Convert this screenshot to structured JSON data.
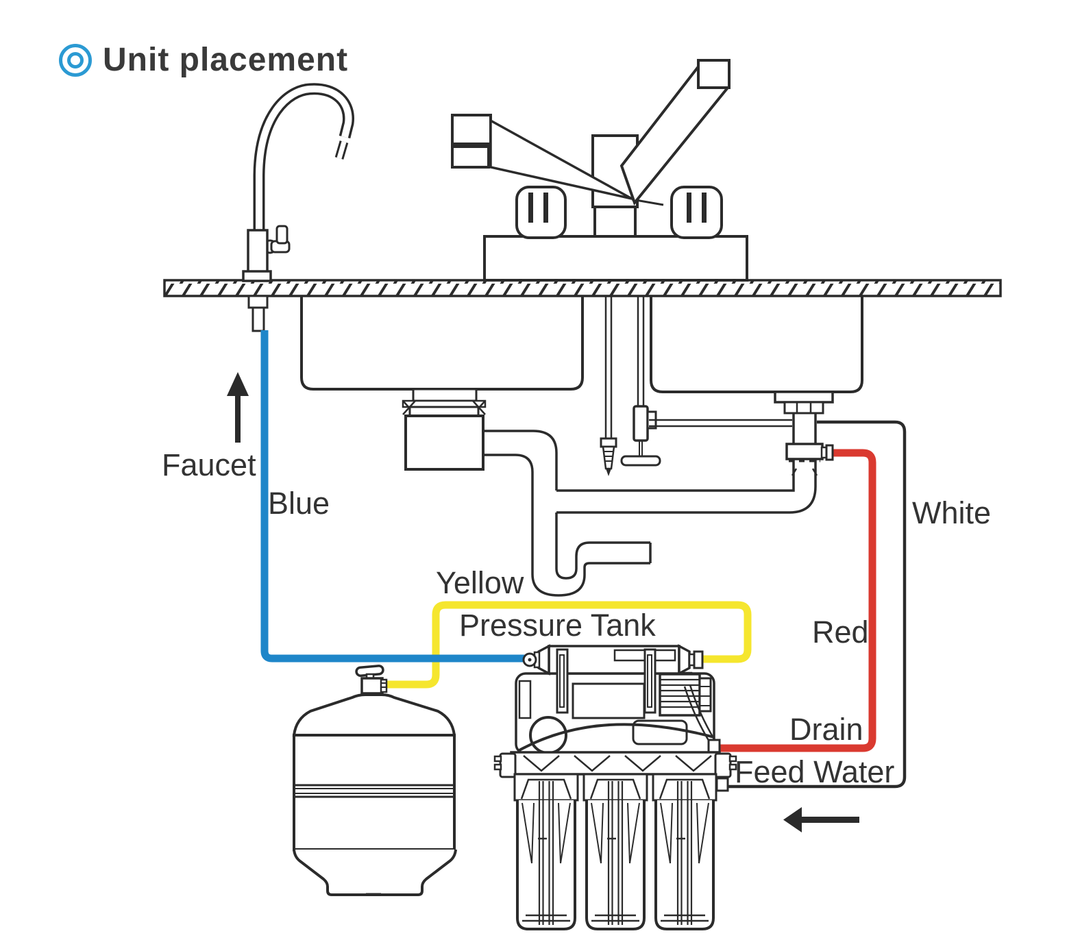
{
  "title": {
    "icon": "double-circle-bullet",
    "text": "Unit placement"
  },
  "labels": {
    "faucet": "Faucet",
    "blue": "Blue",
    "yellow": "Yellow",
    "pressure_tank": "Pressure Tank",
    "white": "White",
    "red": "Red",
    "drain": "Drain",
    "feed_water": "Feed Water"
  },
  "colors": {
    "blue_tube": "#1e86c9",
    "yellow_tube": "#f5e62e",
    "red_tube": "#da3a30",
    "white_tube_line": "#2b2b2b",
    "line_art": "#2b2b2b",
    "title_icon": "#2b9ad3",
    "text": "#333333"
  }
}
